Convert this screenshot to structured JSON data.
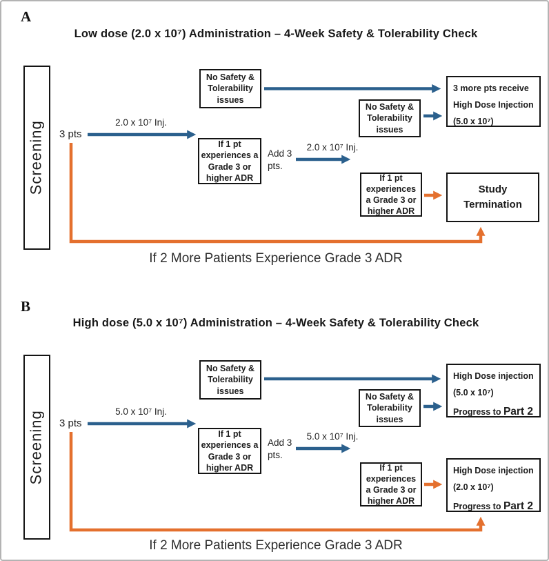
{
  "colors": {
    "arrow_blue": "#2B608D",
    "arrow_orange": "#E4702E",
    "box_border": "#141414",
    "frame_border": "#B3B3B3"
  },
  "panel_a": {
    "label": "A",
    "title": "Low dose (2.0 x 10⁷) Administration – 4-Week Safety & Tolerability Check",
    "screening": "Screening",
    "pts": "3 pts",
    "inj_label_1": "2.0 x 10⁷ Inj.",
    "no_safety_1": "No Safety & Tolerability issues",
    "if_1pt_1": "If 1 pt experiences a Grade 3 or higher ADR",
    "add_pts": "Add 3 pts.",
    "inj_label_2": "2.0 x 10⁷ Inj.",
    "no_safety_2": "No Safety & Tolerability issues",
    "if_1pt_2": "If 1 pt experiences a Grade 3 or higher ADR",
    "outcome_top": {
      "line1": "3 more pts receive",
      "line2": "High Dose Injection",
      "line3": "(5.0 x 10⁷)"
    },
    "outcome_bottom": {
      "line1": "Study",
      "line2": "Termination"
    },
    "caption": "If 2 More Patients Experience Grade 3 ADR"
  },
  "panel_b": {
    "label": "B",
    "title": "High dose (5.0 x 10⁷) Administration – 4-Week Safety & Tolerability Check",
    "screening": "Screening",
    "pts": "3 pts",
    "inj_label_1": "5.0 x 10⁷ Inj.",
    "no_safety_1": "No Safety & Tolerability issues",
    "if_1pt_1": "If 1 pt experiences a Grade 3 or higher ADR",
    "add_pts": "Add 3 pts.",
    "inj_label_2": "5.0 x 10⁷ Inj.",
    "no_safety_2": "No Safety & Tolerability issues",
    "if_1pt_2": "If 1 pt experiences a Grade 3 or higher ADR",
    "outcome_top": {
      "line1": "High Dose injection",
      "line2": "(5.0 x 10⁷)",
      "line3_prefix": "Progress to ",
      "line3_emph": "Part 2"
    },
    "outcome_bottom": {
      "line1": "High Dose injection",
      "line2": "(2.0 x 10⁷)",
      "line3_prefix": "Progress to ",
      "line3_emph": "Part 2"
    },
    "caption": "If 2 More Patients Experience Grade 3 ADR"
  }
}
